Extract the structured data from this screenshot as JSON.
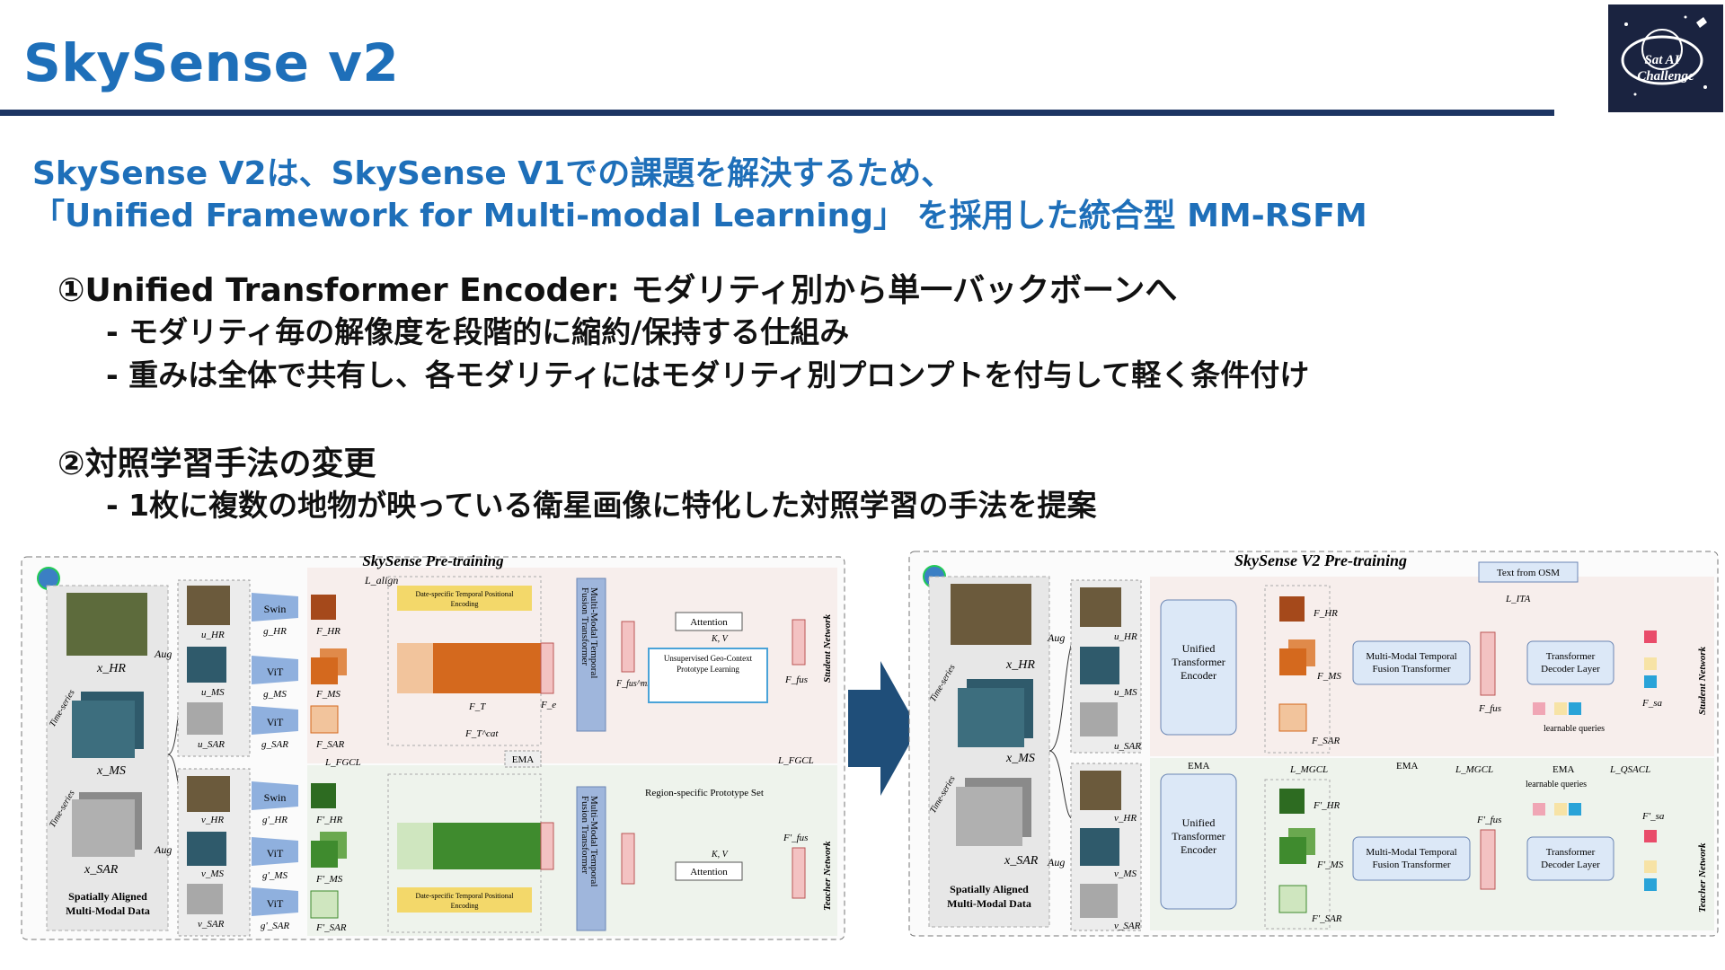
{
  "title": "SkySense v2",
  "logo": {
    "text_line1": "Sat AI",
    "text_line2": "Challenge"
  },
  "intro": [
    "SkySense V2は、SkySense V1での課題を解決するため、",
    "「Unified Framework for Multi-modal Learning」 を採用した統合型 MM-RSFM"
  ],
  "points": [
    {
      "heading": "①Unified Transformer Encoder: モダリティ別から単一バックボーンへ",
      "bullets": [
        "- モダリティ毎の解像度を段階的に縮約/保持する仕組み",
        "- 重みは全体で共有し、各モダリティにはモダリティ別プロンプトを付与して軽く条件付け"
      ]
    },
    {
      "heading": "②対照学習手法の変更",
      "bullets": [
        "- 1枚に複数の地物が映っている衛星画像に特化した対照学習の手法を提案"
      ]
    }
  ],
  "colors": {
    "title_blue": "#1e6fb9",
    "rule_navy": "#1d3563",
    "arrow_blue": "#1f4e79",
    "orange": "#d4691e",
    "green": "#3f8b2e",
    "fusion_blue": "#9fb6dc"
  },
  "diagram_v1": {
    "title": "SkySense Pre-training",
    "input_labels": [
      "x_HR",
      "x_MS",
      "x_SAR"
    ],
    "time_series": "Time-series",
    "input_caption": [
      "Spatially Aligned",
      "Multi-Modal Data"
    ],
    "aug": "Aug",
    "student_views": [
      "u_HR",
      "u_MS",
      "u_SAR"
    ],
    "teacher_views": [
      "v_HR",
      "v_MS",
      "v_SAR"
    ],
    "student_encoders": [
      "Swin",
      "ViT",
      "ViT"
    ],
    "student_encoder_names": [
      "g_HR",
      "g_MS",
      "g_SAR"
    ],
    "teacher_encoders": [
      "Swin",
      "ViT",
      "ViT"
    ],
    "teacher_encoder_names": [
      "g'_HR",
      "g'_MS",
      "g'_SAR"
    ],
    "student_feats": [
      "F_HR",
      "F_MS",
      "F_SAR"
    ],
    "teacher_feats": [
      "F'_HR",
      "F'_MS",
      "F'_SAR"
    ],
    "l_align": "L_align",
    "l_fgcl": "L_FGCL",
    "ema": "EMA",
    "pos_enc": [
      "Date-specific Temporal Positional",
      "Encoding"
    ],
    "fusion": [
      "Multi-Modal Temporal",
      "Fusion Transformer"
    ],
    "attention": "Attention",
    "kv": "K, V",
    "proto": [
      "Unsupervised Geo-Context",
      "Prototype Learning"
    ],
    "region_proto": "Region-specific Prototype Set",
    "student_network": "Student Network",
    "teacher_network": "Teacher Network",
    "f_labels": [
      "F_T",
      "F_T^cat",
      "F_e",
      "F_fus^mm",
      "F_fus",
      "F'_fus",
      "L_FGCL"
    ]
  },
  "diagram_v2": {
    "title": "SkySense V2 Pre-training",
    "input_labels": [
      "x_HR",
      "x_MS",
      "x_SAR"
    ],
    "time_series": "Time-series",
    "input_caption": [
      "Spatially Aligned",
      "Multi-Modal Data"
    ],
    "aug": "Aug",
    "student_views": [
      "u_HR",
      "u_MS",
      "u_SAR"
    ],
    "teacher_views": [
      "v_HR",
      "v_MS",
      "v_SAR"
    ],
    "encoder": [
      "Unified",
      "Transformer",
      "Encoder"
    ],
    "student_feats": [
      "F_HR",
      "F_MS",
      "F_SAR"
    ],
    "teacher_feats": [
      "F'_HR",
      "F'_MS",
      "F'_SAR"
    ],
    "fusion": [
      "Multi-Modal Temporal",
      "Fusion Transformer"
    ],
    "decoder": [
      "Transformer",
      "Decoder Layer"
    ],
    "osm": "Text from OSM",
    "l_ita": "L_ITA",
    "l_mgcl": "L_MGCL",
    "l_qsacl": "L_QSACL",
    "ema": "EMA",
    "queries": "learnable queries",
    "f_fus": "F_fus",
    "f_fus_t": "F'_fus",
    "f_sa": "F_sa",
    "f_sa_t": "F'_sa",
    "student_network": "Student Network",
    "teacher_network": "Teacher Network"
  }
}
